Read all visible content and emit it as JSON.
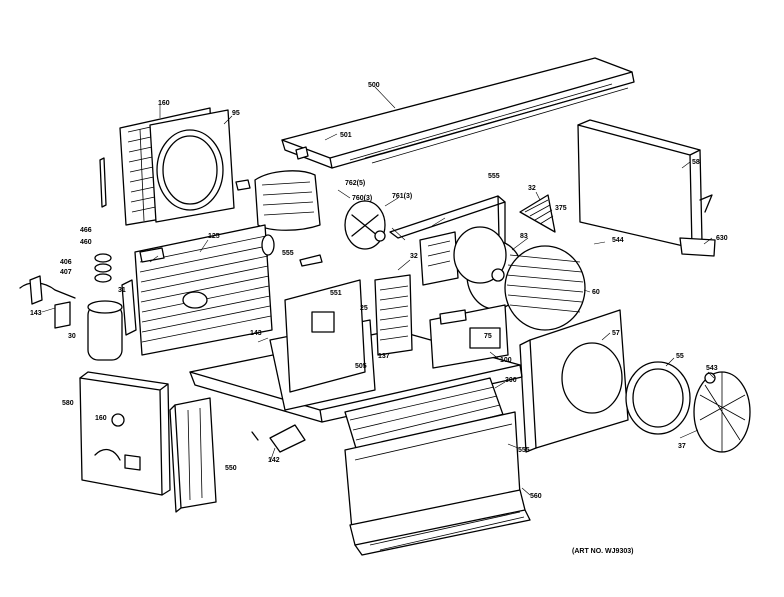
{
  "art_number": "(ART NO. WJ9303)",
  "parts": [
    {
      "id": "p1",
      "label": "500"
    },
    {
      "id": "p2",
      "label": "501"
    },
    {
      "id": "p3",
      "label": "160"
    },
    {
      "id": "p4",
      "label": "125"
    },
    {
      "id": "p5",
      "label": "95"
    },
    {
      "id": "p6",
      "label": "58"
    },
    {
      "id": "p7",
      "label": "630"
    },
    {
      "id": "p8",
      "label": "760(3)"
    },
    {
      "id": "p9",
      "label": "762(5)"
    },
    {
      "id": "p10",
      "label": "761(3)"
    },
    {
      "id": "p11",
      "label": "32"
    },
    {
      "id": "p12",
      "label": "375"
    },
    {
      "id": "p13",
      "label": "544"
    },
    {
      "id": "p14",
      "label": "83"
    },
    {
      "id": "p15",
      "label": "60"
    },
    {
      "id": "p16",
      "label": "57"
    },
    {
      "id": "p17",
      "label": "55"
    },
    {
      "id": "p18",
      "label": "543"
    },
    {
      "id": "p19",
      "label": "37"
    },
    {
      "id": "p20",
      "label": "555"
    },
    {
      "id": "p21",
      "label": "555"
    },
    {
      "id": "p22",
      "label": "32"
    },
    {
      "id": "p23",
      "label": "31"
    },
    {
      "id": "p24",
      "label": "30"
    },
    {
      "id": "p25",
      "label": "505"
    },
    {
      "id": "p26",
      "label": "137"
    },
    {
      "id": "p27",
      "label": "551"
    },
    {
      "id": "p28",
      "label": "25"
    },
    {
      "id": "p29",
      "label": "75"
    },
    {
      "id": "p30",
      "label": "100"
    },
    {
      "id": "p31",
      "label": "143"
    },
    {
      "id": "p32",
      "label": "300"
    },
    {
      "id": "p33",
      "label": "580"
    },
    {
      "id": "p34",
      "label": "160"
    },
    {
      "id": "p35",
      "label": "550"
    },
    {
      "id": "p36",
      "label": "555"
    },
    {
      "id": "p37",
      "label": "560"
    },
    {
      "id": "p38",
      "label": "143"
    },
    {
      "id": "p39",
      "label": "466"
    },
    {
      "id": "p40",
      "label": "460"
    },
    {
      "id": "p41",
      "label": "407"
    },
    {
      "id": "p42",
      "label": "406"
    },
    {
      "id": "p43",
      "label": "142"
    }
  ]
}
